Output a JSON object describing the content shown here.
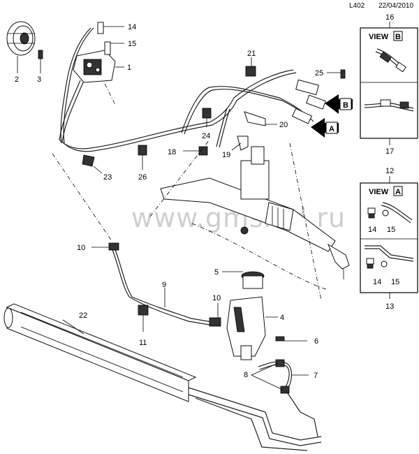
{
  "header": {
    "code": "L402",
    "date": "22/04/2010"
  },
  "watermark": "www.gmsrsd.ru",
  "callouts": [
    "1",
    "2",
    "3",
    "4",
    "5",
    "6",
    "7",
    "8",
    "9",
    "10",
    "10",
    "11",
    "12",
    "13",
    "14",
    "14",
    "14",
    "15",
    "15",
    "15",
    "16",
    "17",
    "18",
    "19",
    "20",
    "21",
    "22",
    "23",
    "24",
    "25",
    "26"
  ],
  "arrows": {
    "b": "B",
    "a": "A"
  },
  "views": {
    "b": {
      "label": "VIEW",
      "letter": "B",
      "number_top": "16",
      "number_bottom": "17"
    },
    "a": {
      "label": "VIEW",
      "letter": "A",
      "number_top": "12",
      "number_bottom": "13",
      "sub_labels": [
        "14",
        "15",
        "14",
        "15"
      ]
    }
  }
}
